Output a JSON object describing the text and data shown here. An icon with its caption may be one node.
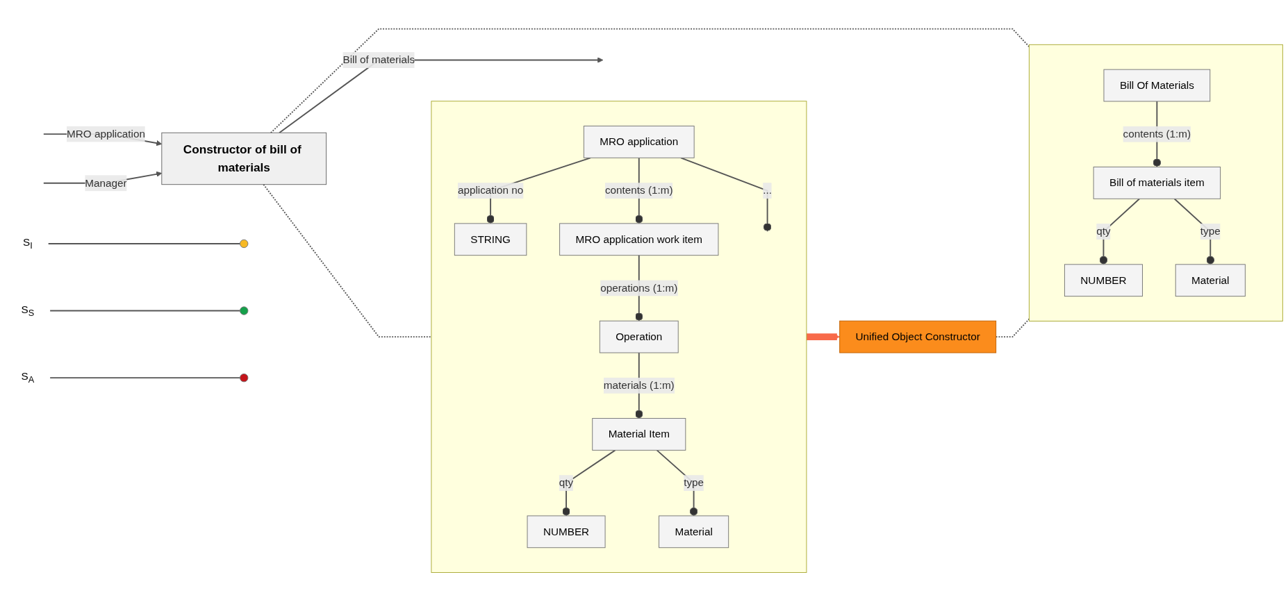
{
  "diagram": {
    "nodes": [
      {
        "text": [
          "Constructor of bill of materials"
        ]
      },
      {
        "text": [
          "S$_{I}$"
        ]
      },
      {
        "text": [],
        "shape": "circle"
      },
      {
        "text": [
          "S$_{S}$"
        ]
      },
      {
        "text": [],
        "shape": "circle"
      },
      {
        "text": [
          "S$_{A}$"
        ]
      },
      {
        "text": [],
        "shape": "circle"
      },
      {
        "text": [],
        "shape": "box"
      },
      {
        "text": [
          "MRO application"
        ],
        "in": 7
      },
      {
        "text": [
          "STRING"
        ],
        "in": 7
      },
      {
        "text": [
          "MRO application work item"
        ],
        "in": 7
      },
      {
        "text": [
          "Operation"
        ],
        "in": 7
      },
      {
        "text": [
          "Material Item"
        ],
        "in": 7
      },
      {
        "text": [
          "NUMBER"
        ],
        "in": 7
      },
      {
        "text": [
          "Material"
        ],
        "in": 7
      },
      {
        "text": [
          "Unified Object Constructor"
        ]
      },
      {
        "text": [],
        "shape": "box"
      },
      {
        "text": [
          "Bill Of Materials"
        ],
        "in": 16
      },
      {
        "text": [
          "Bill of materials item"
        ],
        "in": 16
      },
      {
        "text": [
          "NUMBER"
        ],
        "in": 16
      },
      {
        "text": [
          "Material"
        ],
        "in": 16
      }
    ],
    "edges": [
      {
        "from": null,
        "to": 0,
        "arrow": "to",
        "label": "MRO application"
      },
      {
        "from": 0,
        "to": null,
        "arrow": "to",
        "label": "Bill of materials"
      },
      {
        "from": null,
        "to": 0,
        "arrow": "to",
        "label": "Manager"
      },
      {
        "from": 1,
        "to": 2,
        "arrow": "none"
      },
      {
        "from": 3,
        "to": 4,
        "arrow": "none"
      },
      {
        "from": 5,
        "to": 6,
        "arrow": "none"
      },
      {
        "from": 0,
        "to": 7,
        "arrow": "none",
        "style": "dashed"
      },
      {
        "from": 0,
        "to": 16,
        "arrow": "none",
        "style": "dashed"
      },
      {
        "from": 8,
        "to": 9,
        "arrow": "other",
        "label": "application no"
      },
      {
        "from": 8,
        "to": 10,
        "arrow": "other",
        "label": "contents (1:m)"
      },
      {
        "from": 8,
        "to": null,
        "arrow": "other",
        "label": "..."
      },
      {
        "from": 10,
        "to": 11,
        "arrow": "other",
        "label": "operations (1:m)"
      },
      {
        "from": 11,
        "to": 12,
        "arrow": "other",
        "label": "materials (1:m)"
      },
      {
        "from": 12,
        "to": 13,
        "arrow": "other",
        "label": "qty"
      },
      {
        "from": 12,
        "to": 14,
        "arrow": "other",
        "label": "type"
      },
      {
        "from": 7,
        "to": 15,
        "arrow": "to",
        "style": "thick",
        "color": "#f86a4a"
      },
      {
        "from": 15,
        "to": 16,
        "arrow": "none",
        "style": "dashed"
      },
      {
        "from": 17,
        "to": 18,
        "arrow": "other",
        "label": "contents (1:m)"
      },
      {
        "from": 18,
        "to": 19,
        "arrow": "other",
        "label": "qty"
      },
      {
        "from": 18,
        "to": 20,
        "arrow": "other",
        "label": "type"
      }
    ]
  }
}
